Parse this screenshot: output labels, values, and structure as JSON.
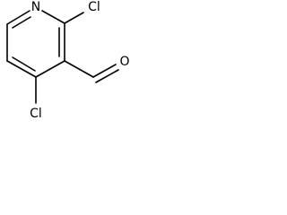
{
  "atoms": {
    "n": "N",
    "cl_2": "Cl",
    "cl_4": "Cl",
    "o": "O"
  }
}
